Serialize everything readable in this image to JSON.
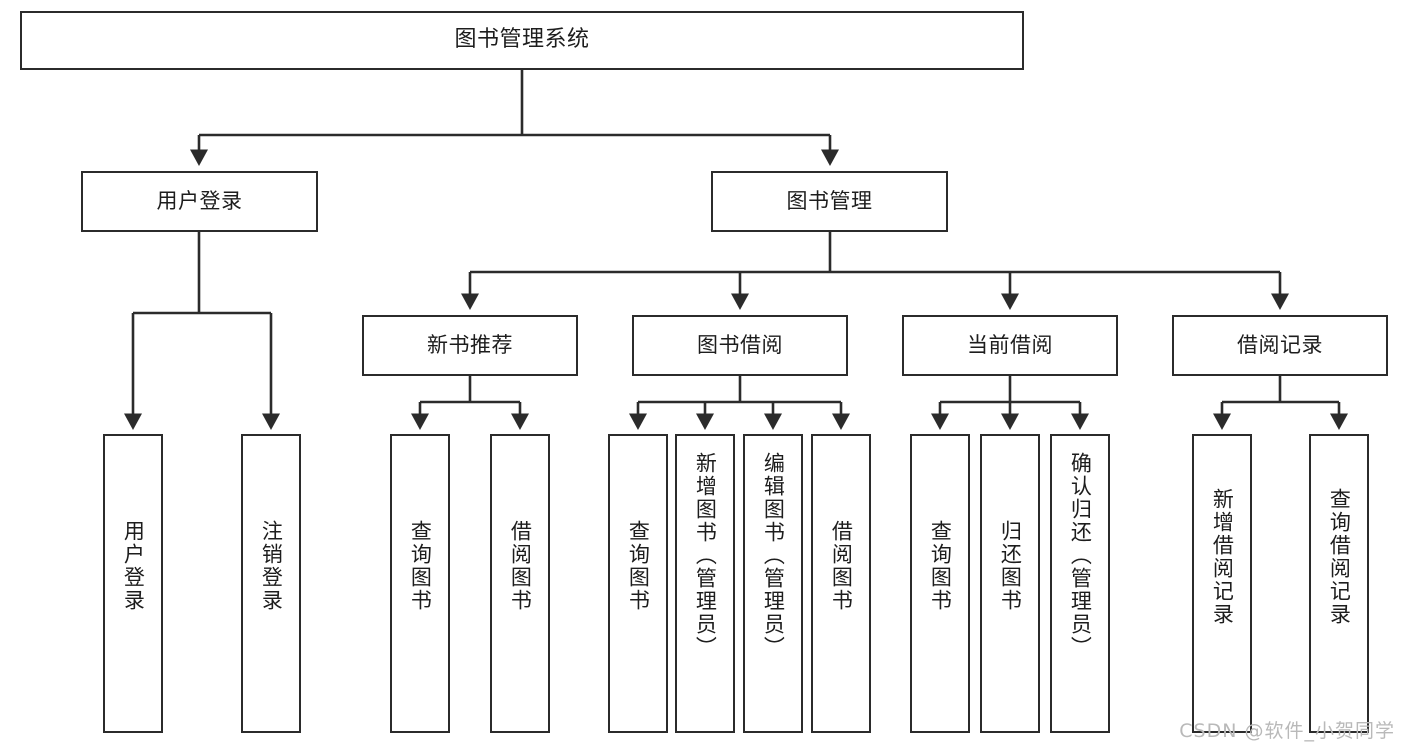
{
  "diagram": {
    "title": "图书管理系统",
    "type": "hierarchy-tree",
    "watermark": "CSDN @软件_小贺同学",
    "colors": {
      "box_border": "#2b2b2b",
      "box_fill": "#ffffff",
      "connector": "#2b2b2b",
      "text": "#1d1d1d",
      "watermark": "#b9b9b9",
      "background": "#ffffff"
    },
    "root": {
      "label": "图书管理系统"
    },
    "level2": [
      {
        "id": "user-login",
        "label": "用户登录"
      },
      {
        "id": "book-manage",
        "label": "图书管理"
      }
    ],
    "level3": [
      {
        "id": "new-book-recommend",
        "label": "新书推荐",
        "parent": "book-manage"
      },
      {
        "id": "book-borrow",
        "label": "图书借阅",
        "parent": "book-manage"
      },
      {
        "id": "current-borrow",
        "label": "当前借阅",
        "parent": "book-manage"
      },
      {
        "id": "borrow-record",
        "label": "借阅记录",
        "parent": "book-manage"
      }
    ],
    "leaves": {
      "user_login": [
        {
          "id": "leaf-user-login",
          "label": "用户登录"
        },
        {
          "id": "leaf-logout-login",
          "label": "注销登录"
        }
      ],
      "new_book_recommend": [
        {
          "id": "leaf-query-book-1",
          "label": "查询图书"
        },
        {
          "id": "leaf-borrow-book-1",
          "label": "借阅图书"
        }
      ],
      "book_borrow": [
        {
          "id": "leaf-query-book-2",
          "label": "查询图书"
        },
        {
          "id": "leaf-add-book",
          "label": "新增图书（管理员）"
        },
        {
          "id": "leaf-edit-book",
          "label": "编辑图书（管理员）"
        },
        {
          "id": "leaf-borrow-book-2",
          "label": "借阅图书"
        }
      ],
      "current_borrow": [
        {
          "id": "leaf-query-book-3",
          "label": "查询图书"
        },
        {
          "id": "leaf-return-book",
          "label": "归还图书"
        },
        {
          "id": "leaf-confirm-return",
          "label": "确认归还（管理员）"
        }
      ],
      "borrow_record": [
        {
          "id": "leaf-add-record",
          "label": "新增借阅记录"
        },
        {
          "id": "leaf-query-record",
          "label": "查询借阅记录"
        }
      ]
    }
  }
}
